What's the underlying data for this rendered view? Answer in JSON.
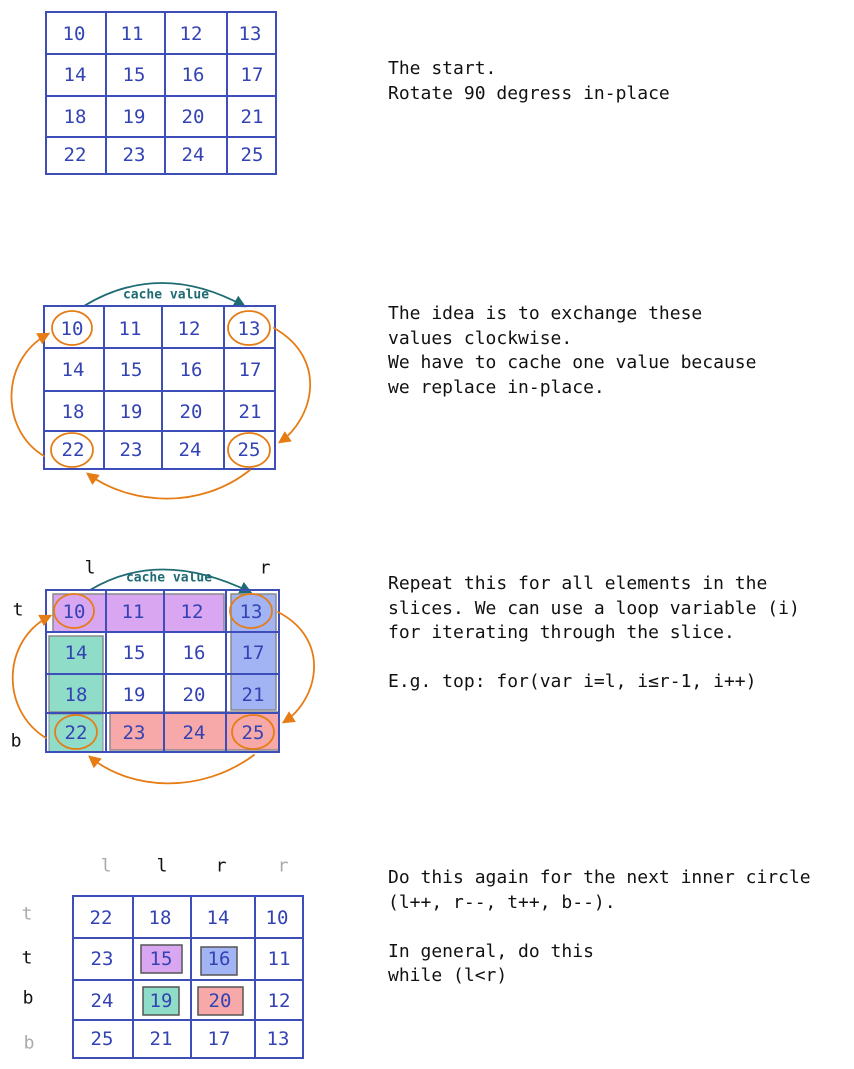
{
  "step1": {
    "grid": [
      [
        "10",
        "11",
        "12",
        "13"
      ],
      [
        "14",
        "15",
        "16",
        "17"
      ],
      [
        "18",
        "19",
        "20",
        "21"
      ],
      [
        "22",
        "23",
        "24",
        "25"
      ]
    ],
    "text": [
      "The start.",
      "Rotate 90 degress in-place"
    ]
  },
  "step2": {
    "grid": [
      [
        "10",
        "11",
        "12",
        "13"
      ],
      [
        "14",
        "15",
        "16",
        "17"
      ],
      [
        "18",
        "19",
        "20",
        "21"
      ],
      [
        "22",
        "23",
        "24",
        "25"
      ]
    ],
    "cache_label": "cache value",
    "text": [
      "The idea is to exchange these",
      "values clockwise.",
      "We have to cache one value because",
      "we replace in-place."
    ]
  },
  "step3": {
    "grid": [
      [
        "10",
        "11",
        "12",
        "13"
      ],
      [
        "14",
        "15",
        "16",
        "17"
      ],
      [
        "18",
        "19",
        "20",
        "21"
      ],
      [
        "22",
        "23",
        "24",
        "25"
      ]
    ],
    "cache_label": "cache value",
    "labels": {
      "l": "l",
      "r": "r",
      "t": "t",
      "b": "b"
    },
    "text": [
      "Repeat this for all elements in the",
      "slices. We can use a loop variable (i)",
      "for iterating through the slice.",
      "",
      "E.g. top: for(var i=l, i≤r-1, i++)"
    ]
  },
  "step4": {
    "grid": [
      [
        "22",
        "18",
        "14",
        "10"
      ],
      [
        "23",
        "15",
        "16",
        "11"
      ],
      [
        "24",
        "19",
        "20",
        "12"
      ],
      [
        "25",
        "21",
        "17",
        "13"
      ]
    ],
    "labels": {
      "l_faded": "l",
      "l": "l",
      "r": "r",
      "r_faded": "r",
      "t_faded": "t",
      "t": "t",
      "b": "b",
      "b_faded": "b"
    },
    "text": [
      "Do this again for the next inner circle",
      "(l++, r--, t++, b--).",
      "",
      "In general, do this",
      "while (l<r)"
    ]
  },
  "colors": {
    "grid": "#3d4eb8",
    "number": "#3443b4",
    "arrow": "#e67c14",
    "cache_arrow": "#1e6b74",
    "highlight_top": "#d9a6f2",
    "highlight_left": "#8fdcc8",
    "highlight_right": "#a3b4f5",
    "highlight_bottom": "#f7a8a8"
  }
}
